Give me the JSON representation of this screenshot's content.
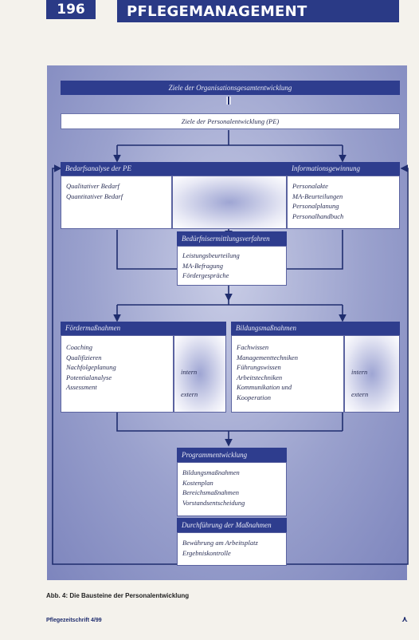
{
  "header": {
    "page_number": "196",
    "title": "PFLEGEMANAGEMENT"
  },
  "diagram": {
    "top_box": "Ziele der Organisationsgesamtentwicklung",
    "second_box": "Ziele der Personalentwicklung (PE)",
    "bedarfsanalyse": {
      "title": "Bedarfsanalyse der PE",
      "items": [
        "Qualitativer Bedarf",
        "Quantitativer Bedarf"
      ]
    },
    "informationsgewinnung": {
      "title": "Informationsgewinnung",
      "items": [
        "Personalakte",
        "MA-Beurteilungen",
        "Personalplanung",
        "Personalhandbuch"
      ]
    },
    "beduerfnis": {
      "title": "Bedürfnisermittlungsverfahren",
      "items": [
        "Leistungsbeurteilung",
        "MA-Befragung",
        "Fördergespräche"
      ]
    },
    "foerdermassnahmen": {
      "title": "Fördermaßnahmen",
      "items": [
        "Coaching",
        "Qualifizieren",
        "Nachfolgeplanung",
        "Potentialanalyse",
        "Assessment"
      ],
      "side": [
        "intern",
        "extern"
      ]
    },
    "bildungsmassnahmen": {
      "title": "Bildungsmaßnahmen",
      "items": [
        "Fachwissen",
        "Managementtechniken",
        "Führungswissen",
        "Arbeitstechniken",
        "Kommunikation und",
        "Kooperation"
      ],
      "side": [
        "intern",
        "extern"
      ]
    },
    "programmentwicklung": {
      "title": "Programmentwicklung",
      "items": [
        "Bildungsmaßnahmen",
        "Kostenplan",
        "Bereichsmaßnahmen",
        "Vorstandsentscheidung"
      ]
    },
    "durchfuehrung": {
      "title": "Durchführung der Maßnahmen",
      "items": [
        "Bewährung am Arbeitsplatz",
        "Ergebniskontrolle"
      ]
    }
  },
  "caption": "Abb. 4: Die Bausteine der Personalentwicklung",
  "footer": {
    "journal": "Pflegezeitschrift 4/99",
    "logo": "⋏"
  }
}
